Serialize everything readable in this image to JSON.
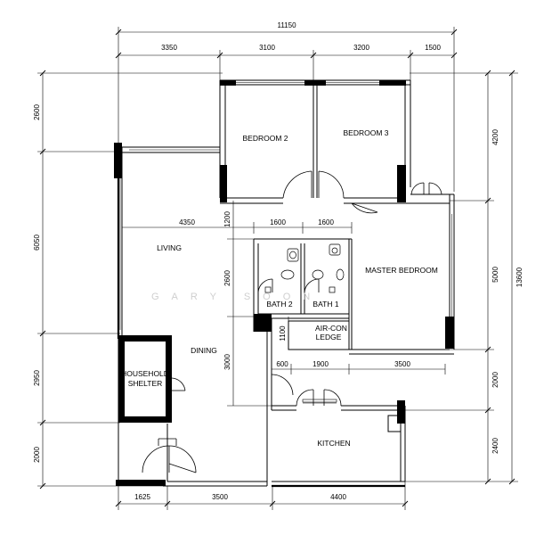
{
  "rooms": {
    "bedroom2": "BEDROOM 2",
    "bedroom3": "BEDROOM 3",
    "living": "LIVING",
    "master_bedroom": "MASTER BEDROOM",
    "bath2": "BATH 2",
    "bath1": "BATH 1",
    "aircon_line1": "AIR-CON",
    "aircon_line2": "LEDGE",
    "dining": "DINING",
    "household_line1": "HOUSEHOLD",
    "household_line2": "SHELTER",
    "kitchen": "KITCHEN"
  },
  "dimensions": {
    "top_total": "11150",
    "top": [
      "3350",
      "3100",
      "3200",
      "1500"
    ],
    "bottom": [
      "1625",
      "3500",
      "4400"
    ],
    "left": [
      "2600",
      "6050",
      "2950",
      "2000"
    ],
    "right_inner": [
      "4200",
      "5000",
      "2000",
      "2400"
    ],
    "right_total": "13600",
    "interior": {
      "living_width": "4350",
      "bath_left": "1600",
      "bath_right": "1600",
      "v_1200": "1200",
      "v_2600": "2600",
      "v_3000": "3000",
      "v_1100": "1100",
      "h_600": "600",
      "h_1900": "1900",
      "h_3500": "3500"
    }
  },
  "watermark": "GARY SOON"
}
